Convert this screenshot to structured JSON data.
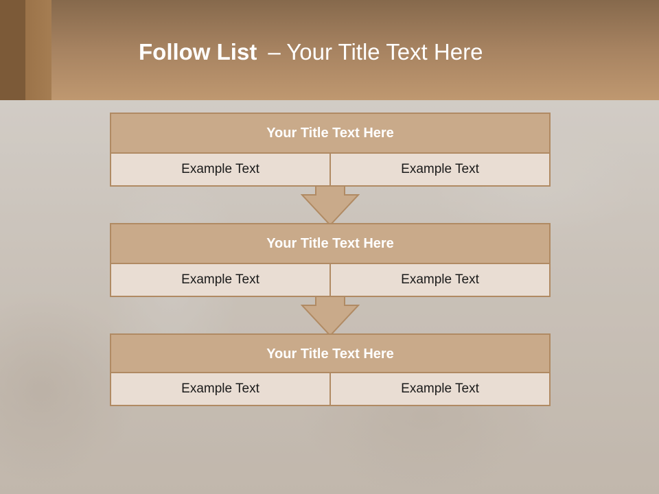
{
  "header": {
    "title_bold": "Follow List",
    "title_dash": "–",
    "title_rest": "Your Title Text Here"
  },
  "flow": {
    "blocks": [
      {
        "title": "Your Title Text Here",
        "left": "Example Text",
        "right": "Example Text"
      },
      {
        "title": "Your Title Text Here",
        "left": "Example Text",
        "right": "Example Text"
      },
      {
        "title": "Your Title Text Here",
        "left": "Example Text",
        "right": "Example Text"
      }
    ]
  },
  "colors": {
    "header": "#a78361",
    "title_box": "#c9aa8a",
    "cell": "#e9ddd3",
    "border": "#b08a63"
  }
}
